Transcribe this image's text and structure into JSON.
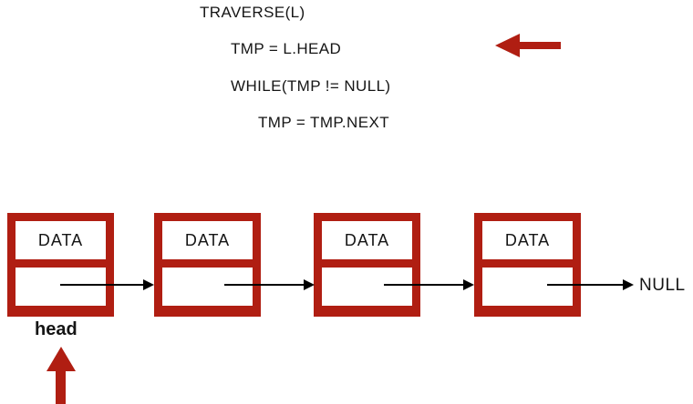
{
  "pseudocode": {
    "lines": [
      {
        "text": "TRAVERSE(L)",
        "indent": 0
      },
      {
        "text": "TMP = L.HEAD",
        "indent": 1
      },
      {
        "text": "WHILE(TMP != NULL)",
        "indent": 1
      },
      {
        "text": "TMP = TMP.NEXT",
        "indent": 2
      }
    ]
  },
  "diagram": {
    "nodes": [
      {
        "data_label": "DATA"
      },
      {
        "data_label": "DATA"
      },
      {
        "data_label": "DATA"
      },
      {
        "data_label": "DATA"
      }
    ],
    "null_label": "NULL",
    "head_label": "head"
  },
  "icons": {
    "code_pointer": "left-arrow-icon",
    "head_pointer": "up-arrow-icon",
    "next_pointer": "right-arrow"
  },
  "colors": {
    "accent_red": "#B01E12",
    "arrow_black": "#000000",
    "text": "#151515"
  }
}
